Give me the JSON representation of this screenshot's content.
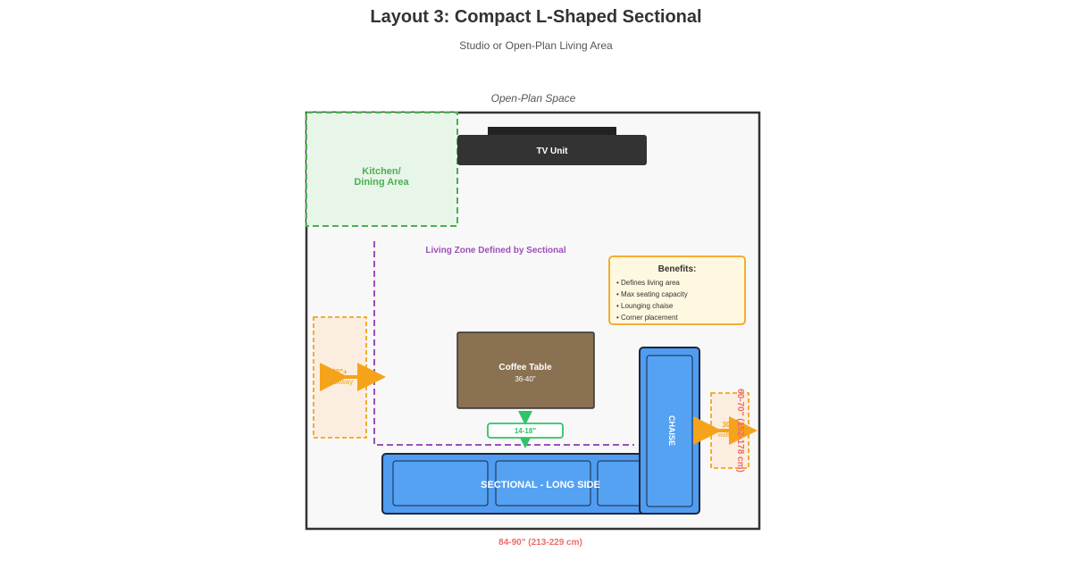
{
  "header": {
    "title": "Layout 3: Compact L-Shaped Sectional",
    "subtitle": "Studio or Open-Plan Living Area"
  },
  "room": {
    "label": "Open-Plan Space",
    "width_dimension": "84-90\" (213-229 cm)",
    "depth_dimension": "60-70\" (152-178 cm)"
  },
  "kitchen": {
    "line1": "Kitchen/",
    "line2": "Dining Area"
  },
  "tv_unit": {
    "label": "TV Unit"
  },
  "living_zone": {
    "label": "Living Zone Defined by Sectional"
  },
  "benefits": {
    "title": "Benefits:",
    "items": [
      "• Defines living area",
      "• Max seating capacity",
      "• Lounging chaise",
      "• Corner placement"
    ]
  },
  "coffee_table": {
    "label": "Coffee Table",
    "size": "36-40\""
  },
  "clearance": {
    "label": "14-18\""
  },
  "walkway_left": {
    "line1": "30\"+",
    "line2": "walkway"
  },
  "walkway_right": {
    "line1": "30\"+",
    "line2": "walkway"
  },
  "sectional": {
    "long_label": "SECTIONAL - LONG SIDE",
    "chaise_label": "CHAISE"
  },
  "colors": {
    "sofa": "#4f9cf0",
    "sofa_stroke": "#1a2740",
    "kitchen": "#4caf50",
    "zone": "#9c4fb8",
    "orange": "#f5a31a",
    "clearance": "#2ec46a",
    "dimension": "#ef6b6b",
    "coffee": "#8a7152",
    "tv": "#333333"
  }
}
